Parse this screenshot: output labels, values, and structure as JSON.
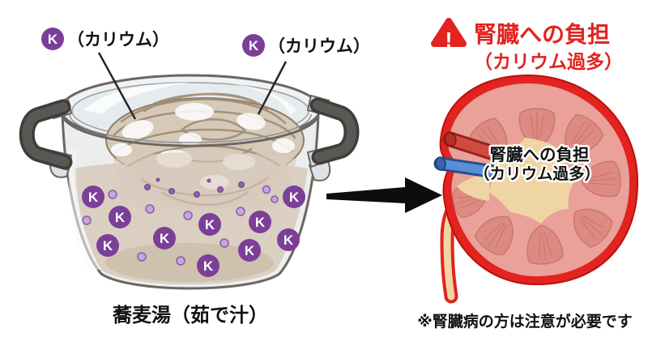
{
  "pot": {
    "k_symbol": "K",
    "left_label": "（カリウム）",
    "right_label": "（カリウム）",
    "caption": "蕎麦湯（茹で汁）"
  },
  "kidney": {
    "warning_mark": "!",
    "warning_title": "腎臓への負担",
    "warning_subtitle": "（カリウム過多）",
    "overlay_title": "腎臓への負担",
    "overlay_subtitle": "（カリウム過多）",
    "footnote": "※腎臓病の方は注意が必要です"
  },
  "colors": {
    "potassium_purple": "#7b3f98",
    "potassium_light": "#c9a4de",
    "warning_red": "#e2231f",
    "kidney_cortex": "#e9a19a",
    "kidney_pyramid": "#dd8b82",
    "kidney_pelvis": "#f0d5a4",
    "vein_blue": "#5b8ed6",
    "pot_gray": "#eceeee",
    "broth_tan": "#dacfc1",
    "arrow_black": "#0d0d0d",
    "text_black": "#111111"
  }
}
